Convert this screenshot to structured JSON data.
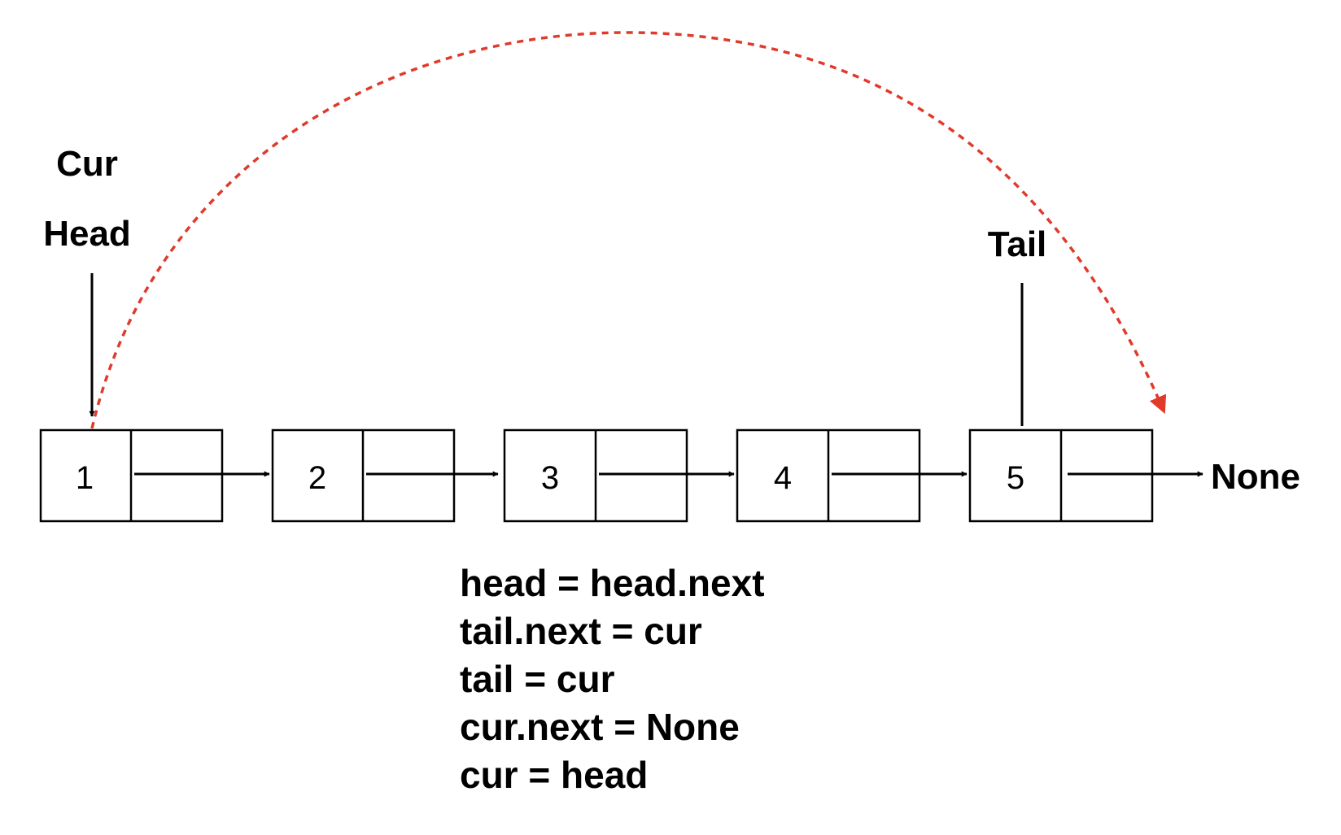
{
  "labels": {
    "cur": "Cur",
    "head": "Head",
    "tail": "Tail",
    "none": "None"
  },
  "nodes": [
    {
      "value": "1"
    },
    {
      "value": "2"
    },
    {
      "value": "3"
    },
    {
      "value": "4"
    },
    {
      "value": "5"
    }
  ],
  "code_lines": [
    "head = head.next",
    "tail.next = cur",
    "tail = cur",
    "cur.next = None",
    "cur = head"
  ],
  "colors": {
    "stroke": "#000000",
    "move_arrow": "#e03a2b",
    "background": "#ffffff"
  }
}
